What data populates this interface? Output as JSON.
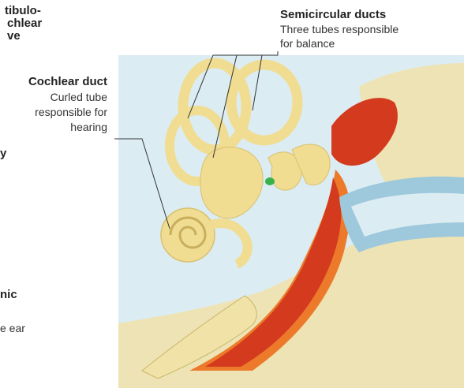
{
  "labels": {
    "vestibulocochlear_nerve": {
      "line1": "tibulo-",
      "line2": "chlear",
      "line3": "ve"
    },
    "semicircular_ducts": {
      "title": "Semicircular ducts",
      "desc1": "Three tubes responsible",
      "desc2": "for balance"
    },
    "cochlear_duct": {
      "title": "Cochlear duct",
      "desc1": "Curled tube",
      "desc2": "responsible for",
      "desc3": "hearing"
    },
    "partial_y": "y",
    "partial_nic": "nic",
    "partial_ear": "e ear"
  },
  "colors": {
    "background_fluid": "#dcecf3",
    "bone": "#f1e2a8",
    "labyrinth": "#f0dd92",
    "canal_red": "#d33a1e",
    "canal_orange": "#ec7a2a",
    "eardrum_blue": "#9ec9dc",
    "ossicle_green": "#38b24a",
    "leader_line": "#333333"
  }
}
